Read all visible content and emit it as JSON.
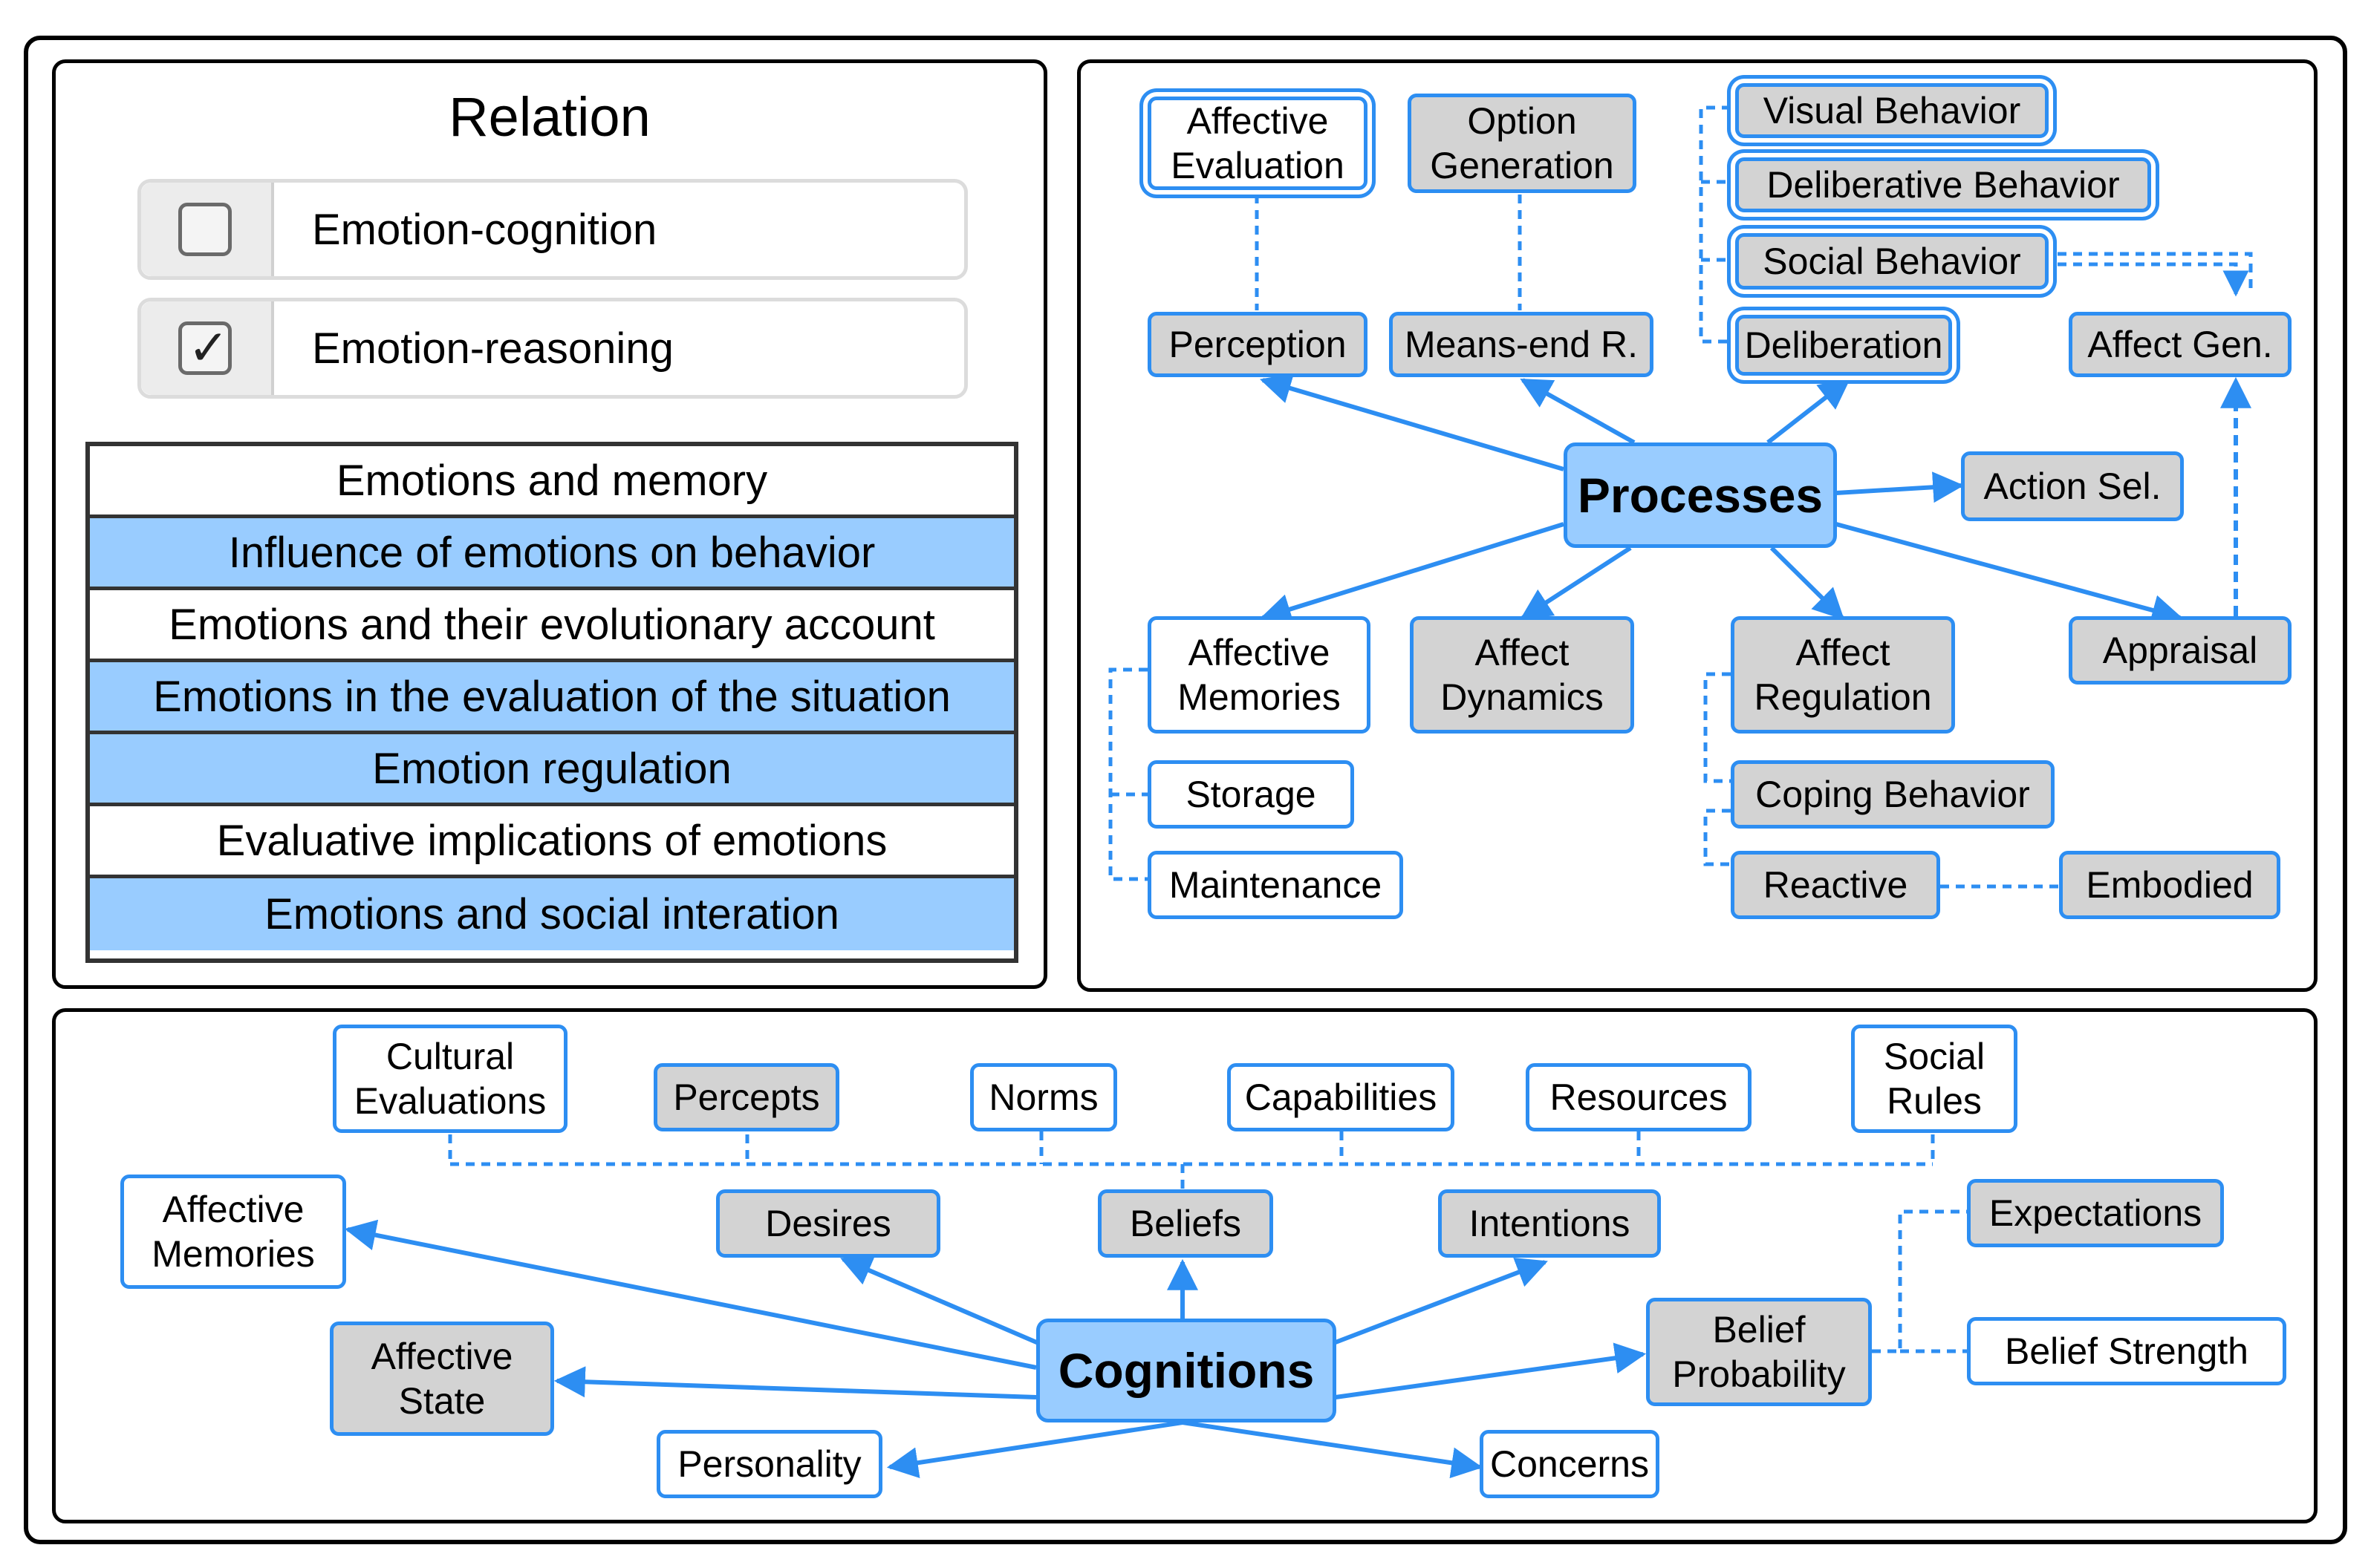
{
  "relation_panel": {
    "title": "Relation",
    "checkboxes": [
      {
        "label": "Emotion-cognition",
        "checked": false
      },
      {
        "label": "Emotion-reasoning",
        "checked": true
      }
    ],
    "check_glyph": "✓",
    "list": [
      {
        "label": "Emotions and memory",
        "highlighted": false
      },
      {
        "label": "Influence of emotions on behavior",
        "highlighted": true
      },
      {
        "label": "Emotions and their evolutionary account",
        "highlighted": false
      },
      {
        "label": "Emotions in the evaluation of the situation",
        "highlighted": true
      },
      {
        "label": "Emotion regulation",
        "highlighted": true
      },
      {
        "label": "Evaluative implications of emotions",
        "highlighted": false
      },
      {
        "label": "Emotions and social interation",
        "highlighted": true
      }
    ],
    "highlight_color": "#99ccff"
  },
  "processes": {
    "hub": "Processes",
    "nodes": {
      "affective_evaluation": "Affective\nEvaluation",
      "option_generation": "Option\nGeneration",
      "visual_behavior": "Visual Behavior",
      "deliberative_behavior": "Deliberative Behavior",
      "social_behavior": "Social Behavior",
      "perception": "Perception",
      "means_end": "Means-end R.",
      "deliberation": "Deliberation",
      "affect_gen": "Affect Gen.",
      "action_sel": "Action Sel.",
      "affective_memories": "Affective\nMemories",
      "affect_dynamics": "Affect\nDynamics",
      "affect_regulation": "Affect\nRegulation",
      "appraisal": "Appraisal",
      "storage": "Storage",
      "maintenance": "Maintenance",
      "coping_behavior": "Coping Behavior",
      "reactive": "Reactive",
      "embodied": "Embodied"
    }
  },
  "cognitions": {
    "hub": "Cognitions",
    "nodes": {
      "cultural_evaluations": "Cultural\nEvaluations",
      "percepts": "Percepts",
      "norms": "Norms",
      "capabilities": "Capabilities",
      "resources": "Resources",
      "social_rules": "Social\nRules",
      "affective_memories": "Affective\nMemories",
      "desires": "Desires",
      "beliefs": "Beliefs",
      "intentions": "Intentions",
      "expectations": "Expectations",
      "affective_state": "Affective\nState",
      "belief_probability": "Belief\nProbability",
      "belief_strength": "Belief Strength",
      "personality": "Personality",
      "concerns": "Concerns"
    }
  },
  "colors": {
    "accent": "#2d8ef2",
    "hub_fill": "#99ccff",
    "gray_fill": "#d3d3d3"
  }
}
